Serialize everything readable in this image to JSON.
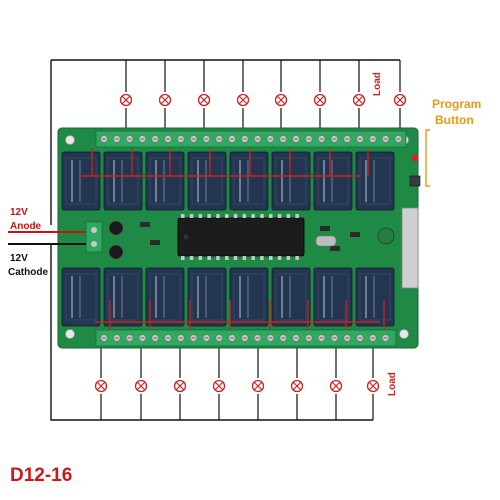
{
  "labels": {
    "load_top": "Load",
    "load_bottom": "Load",
    "program_button_line1": "Program",
    "program_button_line2": "Button",
    "anode_voltage": "12V",
    "anode": "Anode",
    "cathode_voltage": "12V",
    "cathode": "Cathode",
    "model": "D12-16"
  },
  "board": {
    "relay_count": 16,
    "relay_rows": 2,
    "relays_per_row": 8,
    "relay_color": "#24354f",
    "pcb_color": "#1f8a45",
    "terminal_color": "#2fa860"
  },
  "colors": {
    "wire": "#111111",
    "load_red": "#cc2222",
    "program_button": "#e89a16",
    "model_name": "#d01818"
  }
}
